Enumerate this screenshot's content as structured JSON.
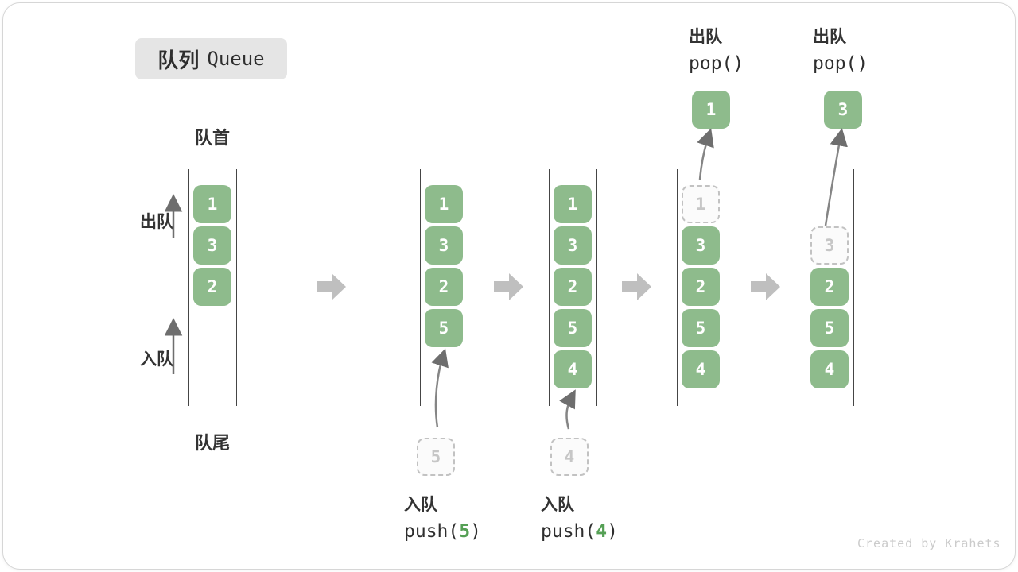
{
  "title": {
    "zh": "队列",
    "en": "Queue"
  },
  "labels": {
    "head": "队首",
    "tail": "队尾",
    "dequeue": "出队",
    "enqueue": "入队"
  },
  "watermark": "Created by Krahets",
  "colors": {
    "box_green": "#8EBB8C",
    "accent_green": "#55A055",
    "block_arrow": "#BFBFBF",
    "badge_bg": "#E5E5E5"
  },
  "states": [
    {
      "name": "initial",
      "boxes": [
        {
          "slot": 0,
          "value": "1",
          "variant": "solid"
        },
        {
          "slot": 1,
          "value": "3",
          "variant": "solid"
        },
        {
          "slot": 2,
          "value": "2",
          "variant": "solid"
        }
      ]
    },
    {
      "name": "after-push-5",
      "boxes": [
        {
          "slot": 0,
          "value": "1",
          "variant": "solid"
        },
        {
          "slot": 1,
          "value": "3",
          "variant": "solid"
        },
        {
          "slot": 2,
          "value": "2",
          "variant": "solid"
        },
        {
          "slot": 3,
          "value": "5",
          "variant": "solid"
        }
      ],
      "staged_value": "5",
      "op": {
        "label": "入队",
        "code_pre": "push(",
        "code_arg": "5",
        "code_post": ")"
      }
    },
    {
      "name": "after-push-4",
      "boxes": [
        {
          "slot": 0,
          "value": "1",
          "variant": "solid"
        },
        {
          "slot": 1,
          "value": "3",
          "variant": "solid"
        },
        {
          "slot": 2,
          "value": "2",
          "variant": "solid"
        },
        {
          "slot": 3,
          "value": "5",
          "variant": "solid"
        },
        {
          "slot": 4,
          "value": "4",
          "variant": "solid"
        }
      ],
      "staged_value": "4",
      "op": {
        "label": "入队",
        "code_pre": "push(",
        "code_arg": "4",
        "code_post": ")"
      }
    },
    {
      "name": "pop-1",
      "boxes": [
        {
          "slot": 0,
          "value": "1",
          "variant": "dashed"
        },
        {
          "slot": 1,
          "value": "3",
          "variant": "solid"
        },
        {
          "slot": 2,
          "value": "2",
          "variant": "solid"
        },
        {
          "slot": 3,
          "value": "5",
          "variant": "solid"
        },
        {
          "slot": 4,
          "value": "4",
          "variant": "solid"
        }
      ],
      "popped_value": "1",
      "op": {
        "label": "出队",
        "code": "pop()"
      }
    },
    {
      "name": "pop-3",
      "boxes": [
        {
          "slot": 1,
          "value": "3",
          "variant": "dashed"
        },
        {
          "slot": 2,
          "value": "2",
          "variant": "solid"
        },
        {
          "slot": 3,
          "value": "5",
          "variant": "solid"
        },
        {
          "slot": 4,
          "value": "4",
          "variant": "solid"
        }
      ],
      "popped_value": "3",
      "op": {
        "label": "出队",
        "code": "pop()"
      }
    }
  ]
}
